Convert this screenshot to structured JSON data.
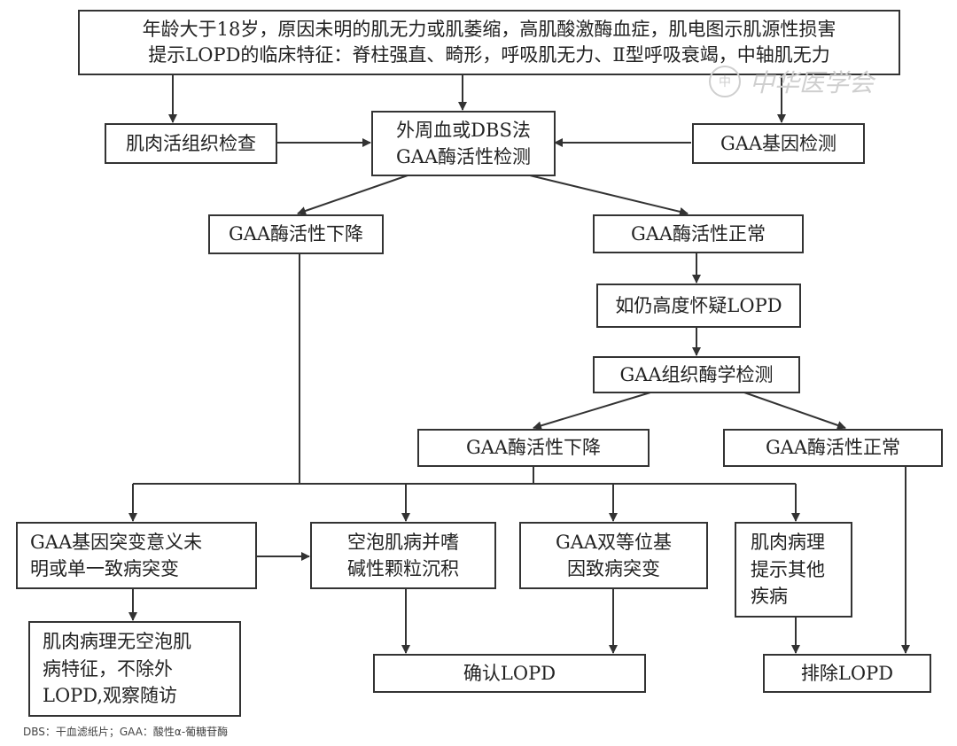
{
  "nodes": {
    "criteria": {
      "line1": "年龄大于18岁，原因未明的肌无力或肌萎缩，高肌酸激酶血症，肌电图示肌源性损害",
      "line2": "提示LOPD的临床特征：脊柱强直、畸形，呼吸肌无力、Ⅱ型呼吸衰竭，中轴肌无力"
    },
    "muscle_biopsy": "肌肉活组织检查",
    "blood_test": {
      "line1": "外周血或DBS法",
      "line2": "GAA酶活性检测"
    },
    "gene_test": "GAA基因检测",
    "activity_low_1": "GAA酶活性下降",
    "activity_normal_1": "GAA酶活性正常",
    "still_suspect": "如仍高度怀疑LOPD",
    "tissue_test": "GAA组织酶学检测",
    "activity_low_2": "GAA酶活性下降",
    "activity_normal_2": "GAA酶活性正常",
    "vus_single": {
      "line1": "GAA基因突变意义未",
      "line2": "明或单一致病突变"
    },
    "vacuolar": {
      "line1": "空泡肌病并嗜",
      "line2": "碱性颗粒沉积"
    },
    "biallelic": {
      "line1": "GAA双等位基",
      "line2": "因致病突变"
    },
    "other_disease": {
      "line1": "肌肉病理",
      "line2": "提示其他",
      "line3": "疾病"
    },
    "no_vacuole": {
      "line1": "肌肉病理无空泡肌",
      "line2": "病特征，不除外",
      "line3": "LOPD,观察随访"
    },
    "confirm": "确认LOPD",
    "exclude": "排除LOPD"
  },
  "caption": "DBS：干血滤纸片；GAA：酸性α-葡糖苷酶",
  "watermark": {
    "seal": "中",
    "text": "中华医学会"
  }
}
